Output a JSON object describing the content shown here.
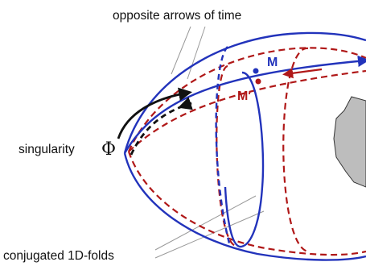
{
  "labels": {
    "top_annotation": "opposite arrows of time",
    "singularity": "singularity",
    "singularity_symbol": "Φ",
    "point_m": "M",
    "point_m_prime": "M′",
    "bottom_annotation": "conjugated 1D-folds"
  },
  "colors": {
    "blue": "#2233bb",
    "red": "#b01818",
    "black": "#111111",
    "gray": "#999999",
    "blob": "#bdbdbd"
  }
}
